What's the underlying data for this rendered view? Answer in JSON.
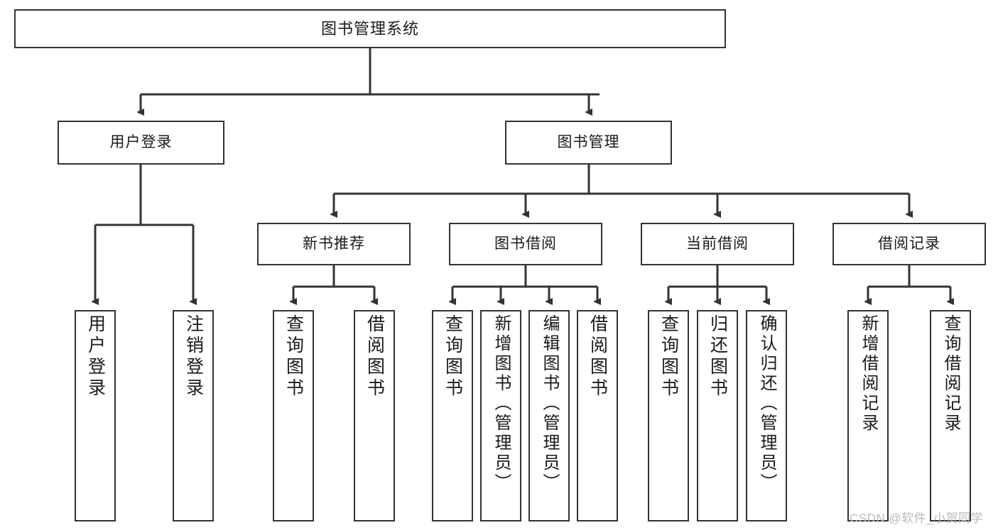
{
  "diagram": {
    "title": "图书管理系统",
    "watermark": "CSDN @软件_小贺同学",
    "line_color": "#333333",
    "box_fill": "#ffffff",
    "text_color": "#1a1a1a",
    "root": {
      "label": "图书管理系统"
    },
    "branches": [
      {
        "label": "用户登录"
      },
      {
        "label": "图书管理"
      }
    ],
    "subbranches": [
      {
        "label": "新书推荐"
      },
      {
        "label": "图书借阅"
      },
      {
        "label": "当前借阅"
      },
      {
        "label": "借阅记录"
      }
    ],
    "leaves": [
      {
        "label": "用户登录"
      },
      {
        "label": "注销登录"
      },
      {
        "label": "查询图书"
      },
      {
        "label": "借阅图书"
      },
      {
        "label": "查询图书"
      },
      {
        "label": "新增图书（管理员）"
      },
      {
        "label": "编辑图书（管理员）"
      },
      {
        "label": "借阅图书"
      },
      {
        "label": "查询图书"
      },
      {
        "label": "归还图书"
      },
      {
        "label": "确认归还（管理员）"
      },
      {
        "label": "新增借阅记录"
      },
      {
        "label": "查询借阅记录"
      }
    ]
  }
}
